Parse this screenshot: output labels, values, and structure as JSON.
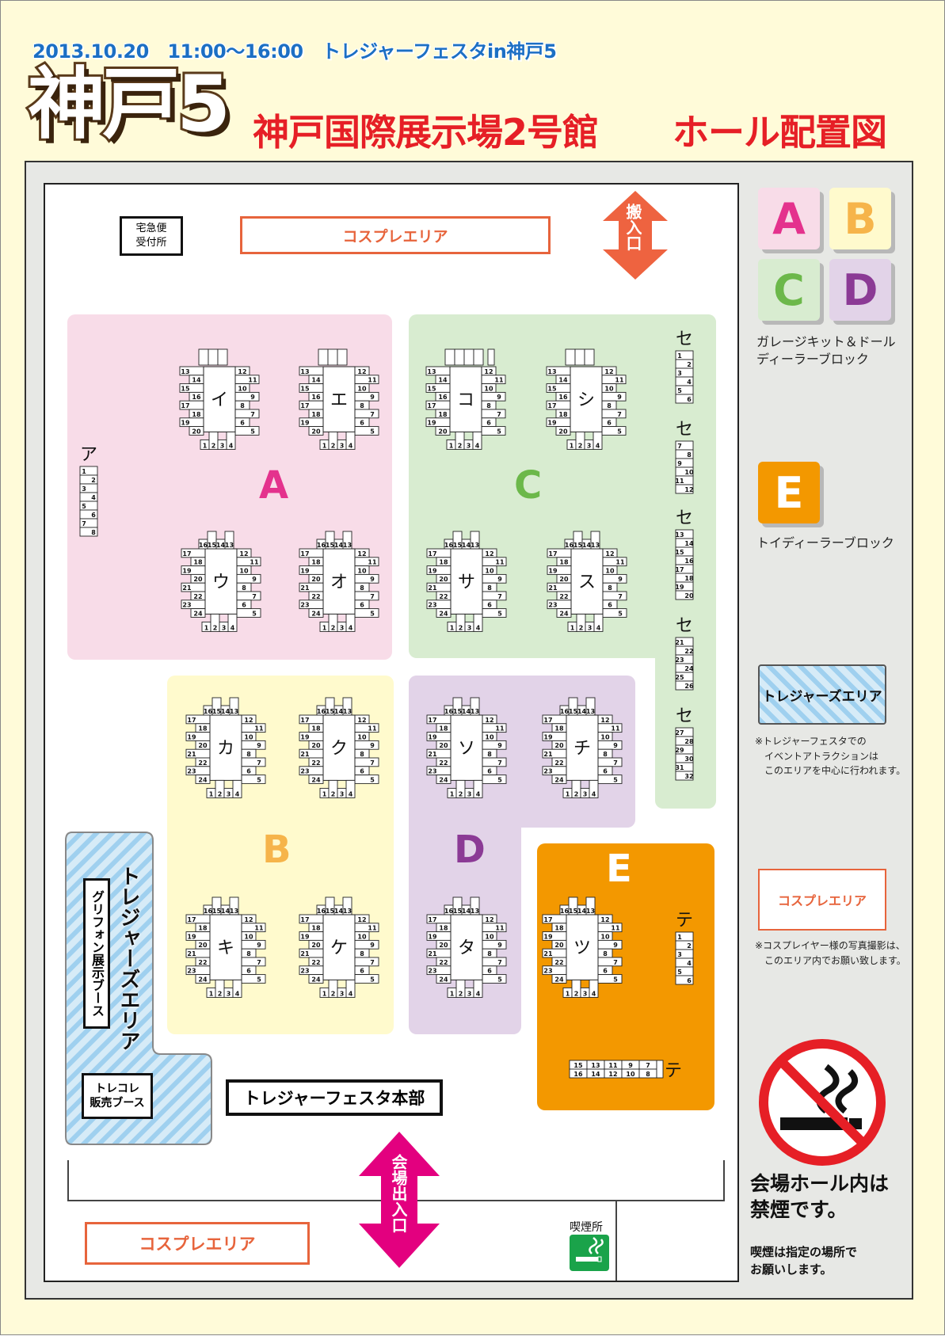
{
  "header": {
    "date_time_event": "2013.10.20　11:00〜16:00　トレジャーフェスタin神戸5",
    "logo": "神戸5",
    "venue": "神戸国際展示場2号館",
    "map_title": "ホール配置図"
  },
  "colors": {
    "zone_a": "#f8dce8",
    "zone_b": "#fffacd",
    "zone_c": "#d8ecd0",
    "zone_d": "#e2d3e8",
    "zone_e": "#f39800",
    "letter_a": "#e4328d",
    "letter_b": "#f6b44a",
    "letter_c": "#6cb84a",
    "letter_d": "#8b3a95",
    "letter_e": "#ffffff",
    "cosplay_border": "#e7643c",
    "arrow_red": "#ee6340",
    "arrow_pink": "#e3007f"
  },
  "zones": {
    "a": "A",
    "b": "B",
    "c": "C",
    "d": "D",
    "e": "E"
  },
  "blocks": {
    "i": "イ",
    "e": "エ",
    "u": "ウ",
    "o": "オ",
    "ko": "コ",
    "shi": "シ",
    "sa": "サ",
    "su": "ス",
    "ka": "カ",
    "ku": "ク",
    "ki": "キ",
    "ke": "ケ",
    "so": "ソ",
    "chi": "チ",
    "ta": "タ",
    "tsu": "ツ",
    "a_line": "ア",
    "se": "セ",
    "te": "テ"
  },
  "facilities": {
    "delivery_desk": "宅急便\n受付所",
    "cosplay_area": "コスプレエリア",
    "loading_entrance": "搬入口",
    "hall_entrance": "会場出入口",
    "treasures_area": "トレジャーズエリア",
    "griffon_booth": "グリフォン展示ブース",
    "torecolle_booth": "トレコレ\n販売ブース",
    "headquarters": "トレジャーフェスタ本部",
    "smoking_area": "喫煙所"
  },
  "legend": {
    "garage_kit": "ガレージキット＆ドール\nディーラーブロック",
    "toy_dealer": "トイディーラーブロック",
    "treasures_label": "トレジャーズエリア",
    "treasures_note": "※トレジャーフェスタでの\n　イベントアトラクションは\n　このエリアを中心に行われます。",
    "cosplay_label": "コスプレエリア",
    "cosplay_note": "※コスプレイヤー様の写真撮影は、\n　このエリア内でお願い致します。",
    "no_smoking": "会場ホール内は\n禁煙です。",
    "smoking_note": "喫煙は指定の場所で\nお願いします。"
  }
}
